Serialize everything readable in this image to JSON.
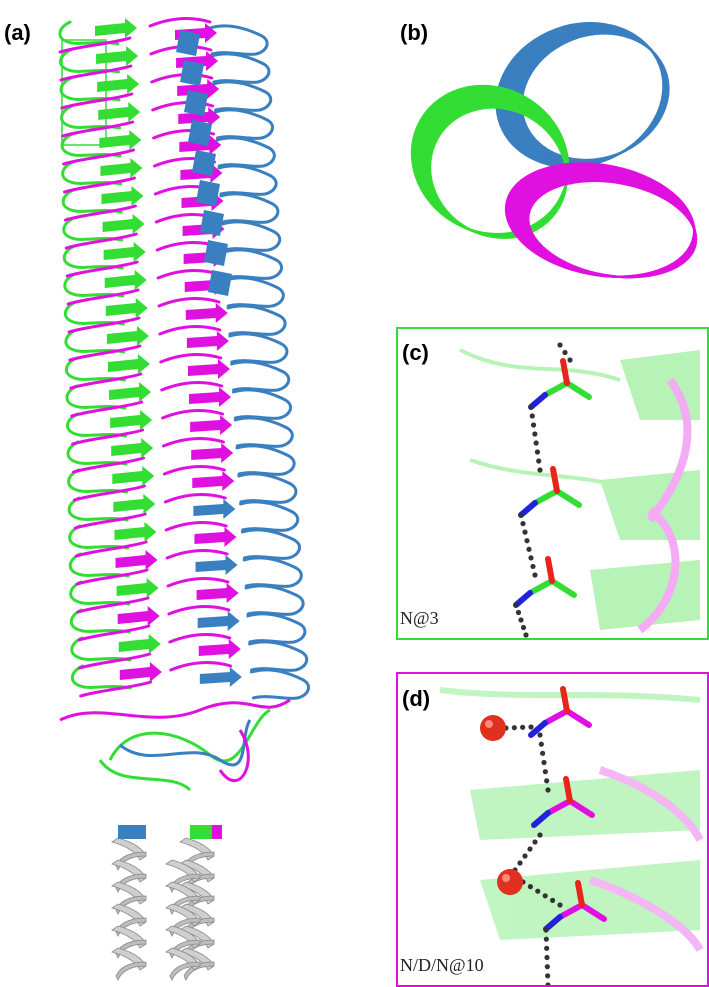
{
  "panels": {
    "a": {
      "label": "(a)"
    },
    "b": {
      "label": "(b)"
    },
    "c": {
      "label": "(c)",
      "caption": "N@3"
    },
    "d": {
      "label": "(d)",
      "caption": "N/D/N@10"
    }
  },
  "colors": {
    "green": "#33dd33",
    "magenta": "#e010e0",
    "blue": "#3a7fc0",
    "gray": "#cfcfcf",
    "oxygen": "#e8241c",
    "nitrogen": "#2222dd",
    "water": "#e0301e"
  }
}
